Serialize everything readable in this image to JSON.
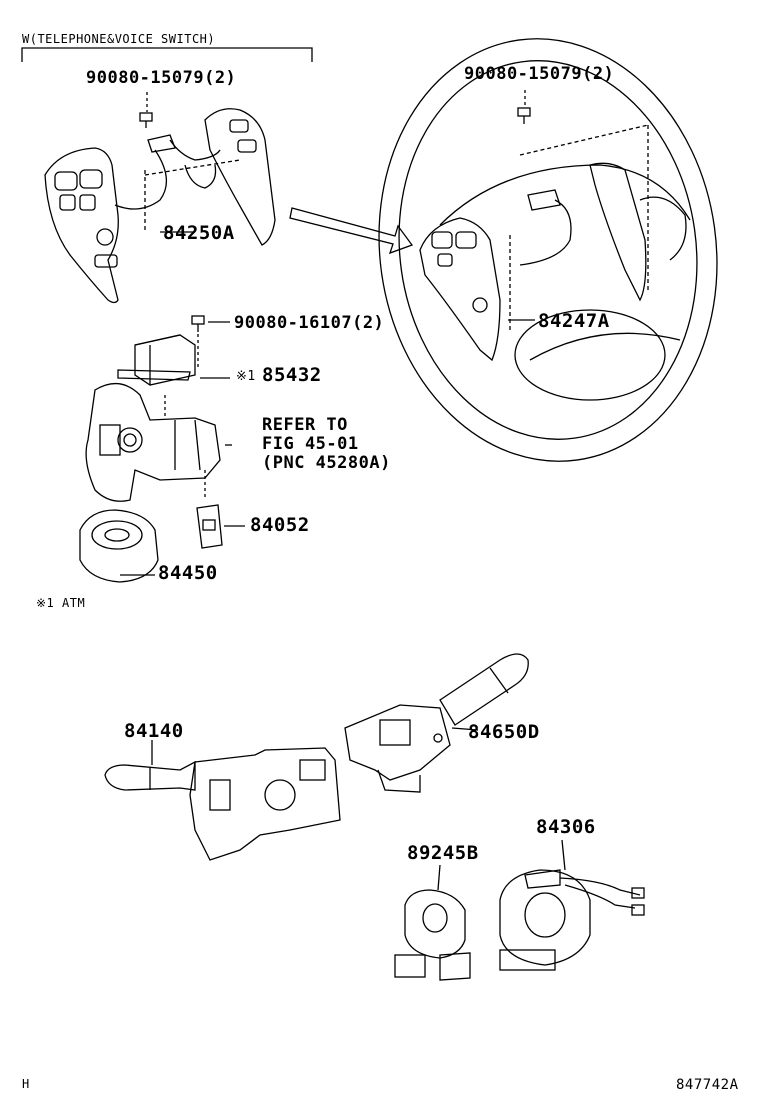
{
  "header": {
    "note": "W(TELEPHONE&VOICE SWITCH)"
  },
  "parts": {
    "bolt_left": "90080-15079(2)",
    "bolt_right": "90080-15079(2)",
    "switch_84250A": "84250A",
    "switch_84247A": "84247A",
    "bolt_16107": "90080-16107(2)",
    "mark_1": "※1",
    "relay_85432": "85432",
    "refer_line1": "REFER TO",
    "refer_line2": "FIG 45-01",
    "refer_line3": "(PNC 45280A)",
    "switch_84052": "84052",
    "switch_84450": "84450",
    "footnote": "※1 ATM",
    "switch_84140": "84140",
    "switch_84650D": "84650D",
    "switch_84306": "84306",
    "sensor_89245B": "89245B"
  },
  "footer": {
    "left_code": "H",
    "right_code": "847742A"
  }
}
